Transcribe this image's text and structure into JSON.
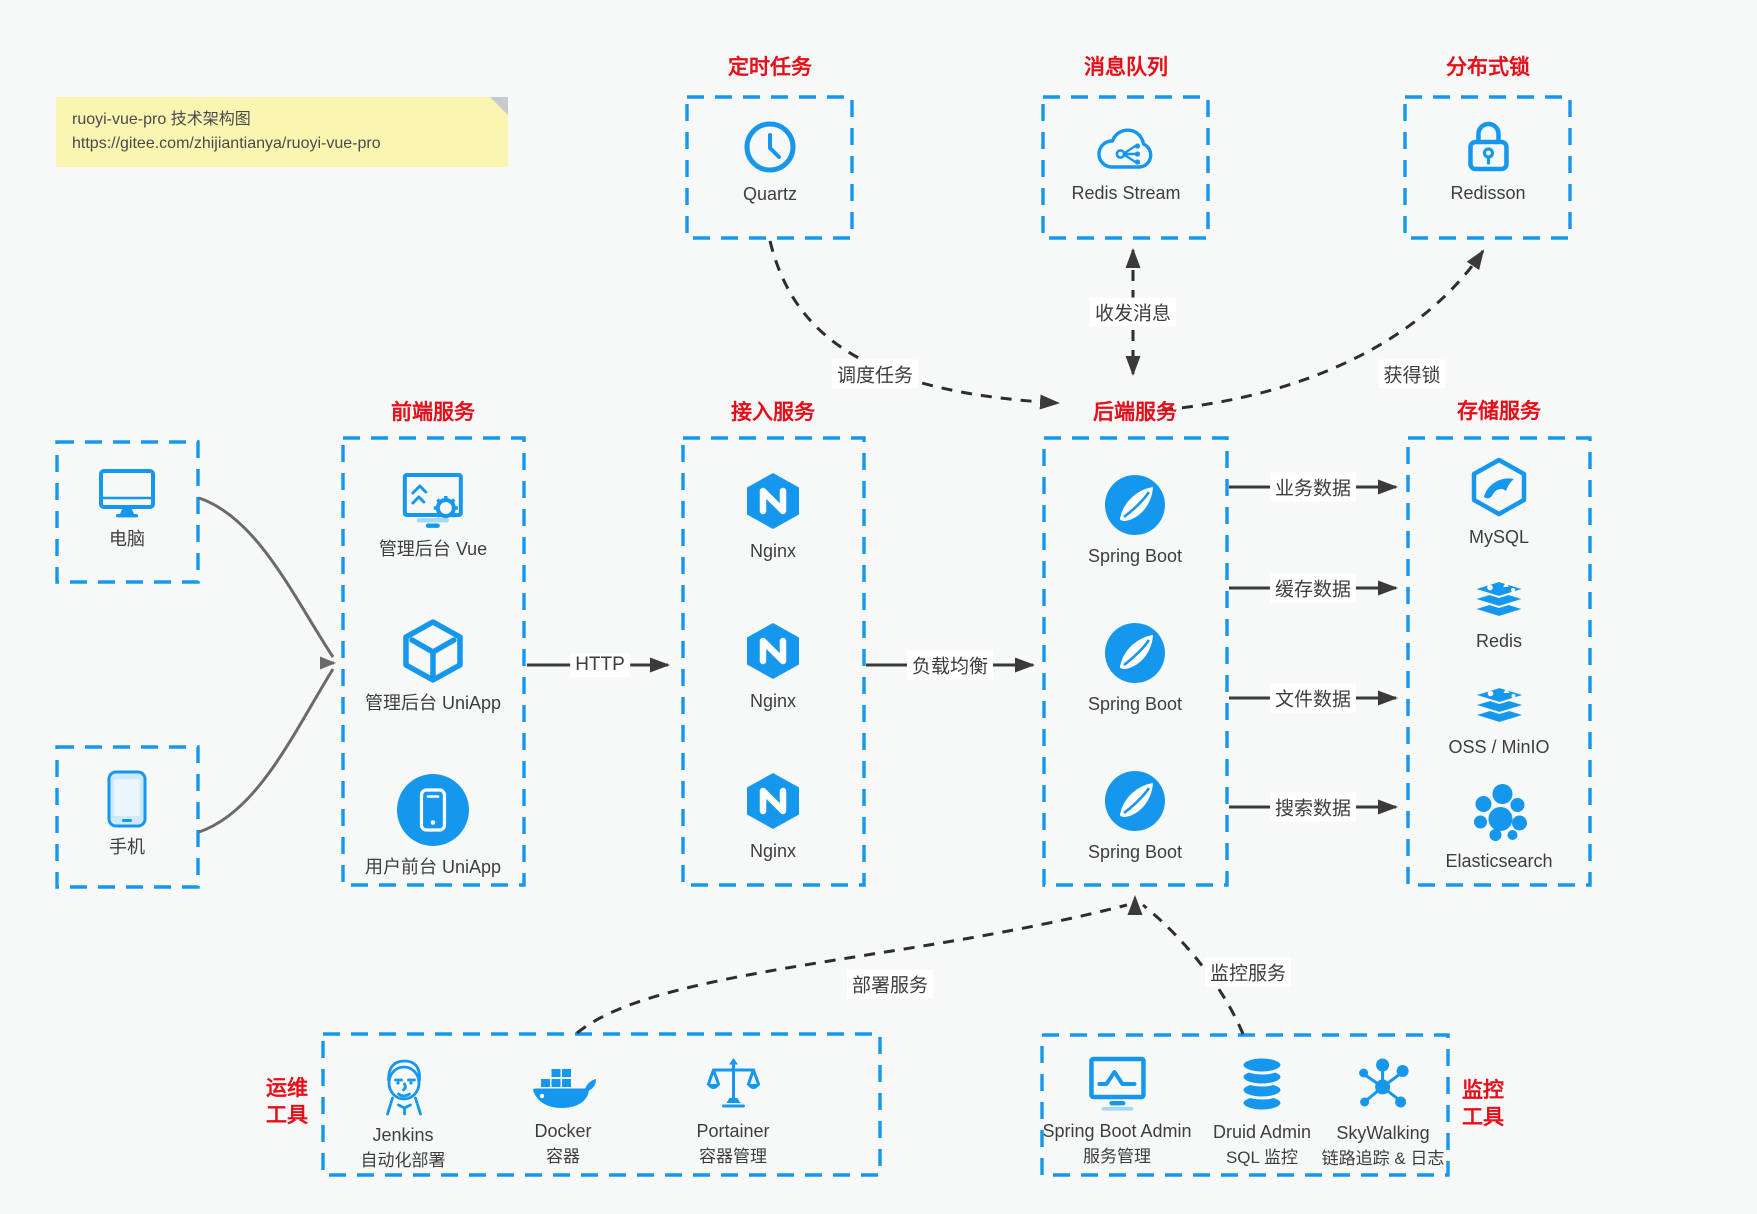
{
  "note": {
    "line1": "ruoyi-vue-pro 技术架构图",
    "line2": "https://gitee.com/zhijiantianya/ruoyi-vue-pro"
  },
  "colors": {
    "accent_blue": "#1697ee",
    "title_red": "#e60e18",
    "arrow_dark": "#3a3a3a",
    "arrow_gray": "#6a6a6a",
    "note_bg": "#fbf5b2",
    "canvas_bg": "#f7f8f8"
  },
  "groups": {
    "scheduler": {
      "title": "定时任务",
      "item": {
        "icon": "clock-icon",
        "label": "Quartz"
      }
    },
    "mq": {
      "title": "消息队列",
      "item": {
        "icon": "cloud-share-icon",
        "label": "Redis Stream"
      }
    },
    "lock": {
      "title": "分布式锁",
      "item": {
        "icon": "lock-icon",
        "label": "Redisson"
      }
    },
    "clients": {
      "computer": "电脑",
      "phone": "手机"
    },
    "frontend": {
      "title": "前端服务",
      "items": [
        {
          "icon": "admin-monitor-gear-icon",
          "label": "管理后台 Vue"
        },
        {
          "icon": "uniapp-cube-icon",
          "label": "管理后台 UniApp"
        },
        {
          "icon": "user-app-circle-icon",
          "label": "用户前台 UniApp"
        }
      ]
    },
    "gateway": {
      "title": "接入服务",
      "items": [
        {
          "icon": "nginx-icon",
          "label": "Nginx"
        },
        {
          "icon": "nginx-icon",
          "label": "Nginx"
        },
        {
          "icon": "nginx-icon",
          "label": "Nginx"
        }
      ]
    },
    "backend": {
      "title": "后端服务",
      "items": [
        {
          "icon": "spring-icon",
          "label": "Spring Boot"
        },
        {
          "icon": "spring-icon",
          "label": "Spring Boot"
        },
        {
          "icon": "spring-icon",
          "label": "Spring Boot"
        }
      ]
    },
    "storage": {
      "title": "存储服务",
      "items": [
        {
          "icon": "mysql-icon",
          "label": "MySQL"
        },
        {
          "icon": "redis-stack-icon",
          "label": "Redis"
        },
        {
          "icon": "redis-stack-icon",
          "label": "OSS / MinIO"
        },
        {
          "icon": "elasticsearch-icon",
          "label": "Elasticsearch"
        }
      ]
    },
    "ops": {
      "title_line1": "运维",
      "title_line2": "工具",
      "items": [
        {
          "icon": "jenkins-icon",
          "label": "Jenkins",
          "sub": "自动化部署"
        },
        {
          "icon": "docker-icon",
          "label": "Docker",
          "sub": "容器"
        },
        {
          "icon": "portainer-icon",
          "label": "Portainer",
          "sub": "容器管理"
        }
      ]
    },
    "monitor": {
      "title_line1": "监控",
      "title_line2": "工具",
      "items": [
        {
          "icon": "spring-boot-admin-icon",
          "label": "Spring Boot Admin",
          "sub": "服务管理"
        },
        {
          "icon": "druid-icon",
          "label": "Druid Admin",
          "sub": "SQL 监控"
        },
        {
          "icon": "skywalking-icon",
          "label": "SkyWalking",
          "sub": "链路追踪 & 日志"
        }
      ]
    }
  },
  "edges": {
    "http": "HTTP",
    "load_balance": "负载均衡",
    "biz_data": "业务数据",
    "cache_data": "缓存数据",
    "file_data": "文件数据",
    "search_data": "搜索数据",
    "schedule": "调度任务",
    "message": "收发消息",
    "get_lock": "获得锁",
    "deploy": "部署服务",
    "monitoring": "监控服务"
  }
}
